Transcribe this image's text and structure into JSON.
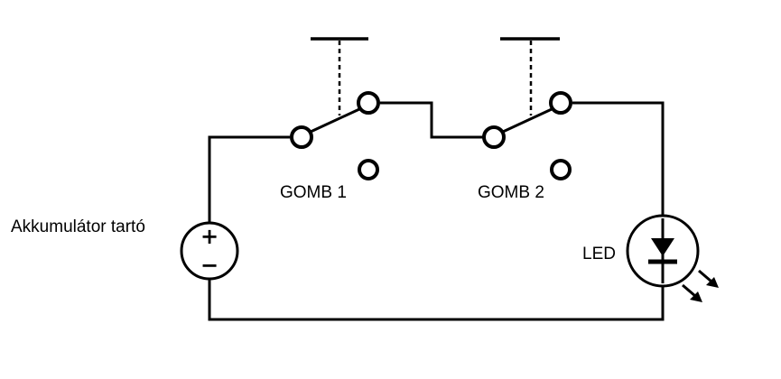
{
  "labels": {
    "battery": "Akkumulátor tartó",
    "switch1": "GOMB 1",
    "switch2": "GOMB 2",
    "led": "LED"
  },
  "battery": {
    "plus": "+",
    "minus": "−"
  }
}
